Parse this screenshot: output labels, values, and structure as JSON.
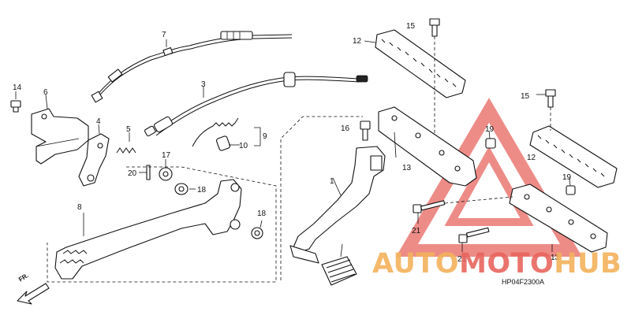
{
  "callouts": {
    "c1": "1",
    "c3": "3",
    "c4": "4",
    "c5": "5",
    "c6": "6",
    "c7": "7",
    "c8": "8",
    "c9": "9",
    "c10": "10",
    "c12a": "12",
    "c12b": "12",
    "c13a": "13",
    "c13b": "13",
    "c14": "14",
    "c15a": "15",
    "c15b": "15",
    "c16": "16",
    "c17": "17",
    "c18a": "18",
    "c18b": "18",
    "c19a": "19",
    "c19b": "19",
    "c20": "20",
    "c21a": "21",
    "c21b": "21"
  },
  "direction_label": "FR.",
  "diagram_code": "HP04F2300A",
  "watermark": {
    "part1": "AUTO",
    "part2": "MOTO",
    "part3": "HUB",
    "triangle_color": "#e8665f",
    "text_color_primary": "#f3b25c",
    "text_color_secondary": "#e8665f"
  }
}
